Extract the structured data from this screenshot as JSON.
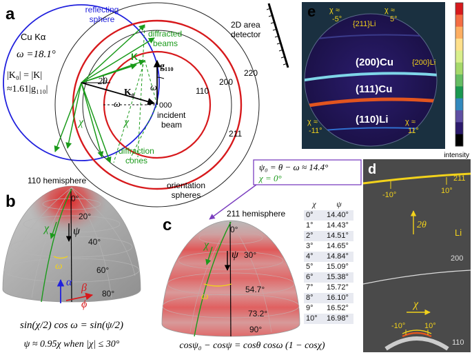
{
  "panel_a": {
    "letter": "a",
    "reflecting_sphere": [
      "reflecting",
      "sphere"
    ],
    "radiation": "Cu Kα",
    "omega_eq": "ω =18.1°",
    "k_eq_1": "|K₀| = |K|",
    "k_eq_2": "≈1.61|g₁₁₀|",
    "detector": [
      "2D area",
      "detector"
    ],
    "diffracted": [
      "diffracted",
      "beams"
    ],
    "K": "K",
    "K0": "K₀",
    "g110": "g₁₁₀",
    "two_theta": "2θ",
    "omega": "ω",
    "origin": "000",
    "incident": [
      "incident",
      "beam"
    ],
    "chi": "χ",
    "cones": [
      "diffraction",
      "cones"
    ],
    "orientation": [
      "orientation",
      "spheres"
    ],
    "ring_labels": [
      "220",
      "200",
      "110",
      "211"
    ]
  },
  "panel_b": {
    "letter": "b",
    "title": "110 hemisphere",
    "lat_labels": [
      "0°",
      "20°",
      "40°",
      "60°",
      "80°"
    ],
    "chi": "χ",
    "psi": "ψ",
    "omega": "ω",
    "alpha": "α",
    "beta": "β",
    "phi": "ϕ",
    "eq1": "sin(χ/2) cos ω = sin(ψ/2)",
    "eq2": "ψ ≈ 0.95χ when |χ| ≤ 30°"
  },
  "panel_c": {
    "letter": "c",
    "title": "211 hemisphere",
    "lat_labels": [
      "0°",
      "30°",
      "54.7°",
      "73.2°",
      "90°"
    ],
    "chi": "χ",
    "psi": "ψ",
    "omega": "ω",
    "box_line1": "ψ₀ = θ − ω ≈ 14.4°",
    "box_line2": "χ = 0°",
    "eq": "cosψ₀ − cosψ = cosθ cosω (1 − cosχ)"
  },
  "table": {
    "headers": [
      "χ",
      "ψ"
    ],
    "rows": [
      [
        "0°",
        "14.40°"
      ],
      [
        "1°",
        "14.43°"
      ],
      [
        "2°",
        "14.51°"
      ],
      [
        "3°",
        "14.65°"
      ],
      [
        "4°",
        "14.84°"
      ],
      [
        "5°",
        "15.09°"
      ],
      [
        "6°",
        "15.38°"
      ],
      [
        "7°",
        "15.72°"
      ],
      [
        "8°",
        "16.10°"
      ],
      [
        "9°",
        "16.52°"
      ],
      [
        "10°",
        "16.98°"
      ]
    ]
  },
  "panel_d": {
    "letter": "d",
    "labels": [
      "211",
      "200",
      "110",
      "Li"
    ],
    "ticks": [
      "-10°",
      "10°",
      "-10°",
      "10°"
    ],
    "two_theta": "2θ",
    "chi": "χ"
  },
  "panel_e": {
    "letter": "e",
    "labels": {
      "chi_m5": [
        "χ ≈",
        "-5°"
      ],
      "chi_p5": [
        "χ ≈",
        "5°"
      ],
      "li211": "{211}Li",
      "cu200": "(200)Cu",
      "li200": "{200}Li",
      "cu111": "(111)Cu",
      "li110": "(110)Li",
      "chi_m11": [
        "χ ≈",
        "-11°"
      ],
      "chi_p11": [
        "χ ≈",
        "11°"
      ]
    },
    "intensity": "intensity",
    "colorbar": [
      "#d7191c",
      "#f46d43",
      "#fdae61",
      "#fee08b",
      "#d9ef8b",
      "#a6d96a",
      "#66bd63",
      "#1a9850",
      "#3288bd",
      "#5e4fa2",
      "#2b1a6b",
      "#000000"
    ]
  },
  "colors": {
    "green": "#1a9a1a",
    "red": "#d7191c",
    "blue": "#2020dd",
    "yellow": "#f2d21b",
    "purple": "#7b3fbf"
  }
}
